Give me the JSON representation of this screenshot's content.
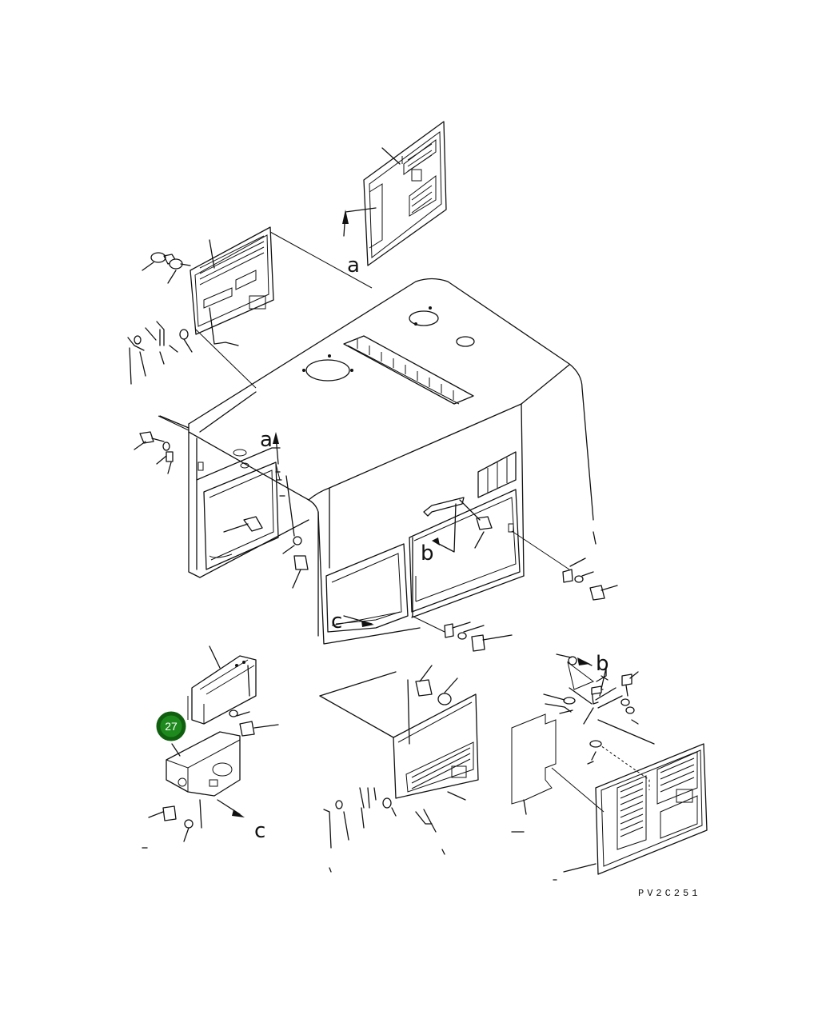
{
  "diagram": {
    "drawing_code": "PV2C251",
    "view_refs": [
      "a",
      "a",
      "b",
      "b",
      "c",
      "c"
    ],
    "callout": {
      "number": "27",
      "color": "#1e8a1e",
      "ring_color": "#0f5f0f"
    }
  }
}
